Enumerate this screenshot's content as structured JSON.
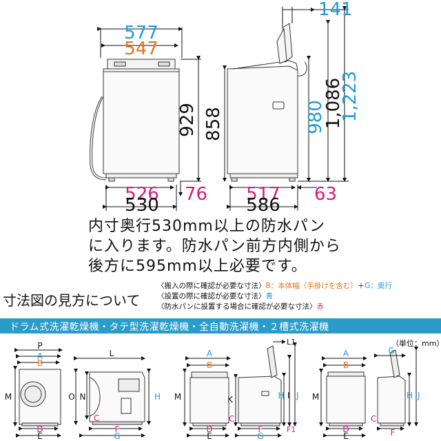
{
  "colors": {
    "blue": "#1f9bd6",
    "orange": "#e8731c",
    "pink": "#d81b7a",
    "black": "#111111",
    "banner": "#2b9bc9"
  },
  "front_view": {
    "width_outer": "577",
    "width_inner": "547",
    "height": "929",
    "base_width_inner": "526",
    "base_width_outer": "530",
    "base_side": "76"
  },
  "side_view": {
    "lid_depth": "141",
    "height_body": "858",
    "height_980": "980",
    "height_1086": "1,086",
    "height_1223": "1,223",
    "depth_inner": "517",
    "depth_outer": "586",
    "depth_side": "63"
  },
  "note": {
    "line1": "内寸奥行530mm以上の防水パン",
    "line2": "に入ります。防水パン前方内側から",
    "line3": "後方に595mm以上必要です。"
  },
  "howto": {
    "title": "寸法図の見方について",
    "row1_prefix": "〈搬入の際に確認が必要な寸法〉",
    "row1_b": "B：本体幅（手掛けを含む）",
    "row1_plus": "＋",
    "row1_g": "G：奥行",
    "row2_prefix": "〈設置の際に確認が必要な寸法〉",
    "row2_color": "青",
    "row3_prefix": "〈防水パンに設置する場合に確認が必要な寸法〉",
    "row3_color": "赤"
  },
  "banner": {
    "label": "ドラム式洗濯乾燥機・タテ型洗濯乾燥機・全自動洗濯機・２槽式洗濯機"
  },
  "unit": "（単位：mm）",
  "small_diagrams": {
    "d1": {
      "P": "P",
      "A": "A",
      "B": "B",
      "M": "M",
      "D": "D",
      "E": "E"
    },
    "d2": {
      "L": "L",
      "N": "N",
      "O": "O",
      "H": "H",
      "C": "C",
      "F": "F",
      "G": "G"
    },
    "d3": {
      "A": "A",
      "B": "B",
      "M": "M",
      "D": "D",
      "E": "E"
    },
    "d4": {
      "L1": "L1",
      "H": "H",
      "I": "I",
      "J": "J",
      "K": "K",
      "C": "C",
      "F": "F",
      "F1": "F1",
      "G": "G"
    },
    "d5": {
      "A": "A",
      "B": "B",
      "M": "M",
      "D": "D",
      "E": "E"
    },
    "d6": {
      "G": "G",
      "H": "H",
      "J": "J",
      "C": "C",
      "F": "F"
    }
  }
}
